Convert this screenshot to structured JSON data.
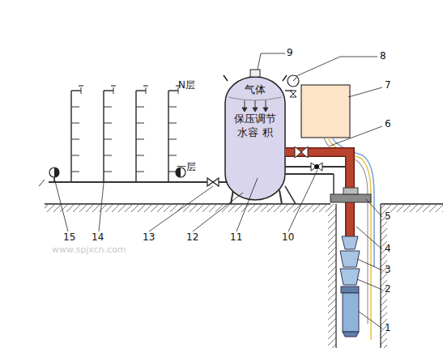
{
  "diagram": {
    "nodes": [
      {
        "text": [
          "气体",
          "保压调节 水容 积"
        ]
      }
    ],
    "labels": [
      "N层",
      "一层",
      "9",
      "8",
      "7",
      "6",
      "5",
      "4",
      "3",
      "2",
      "1",
      "15",
      "14",
      "13",
      "12",
      "11",
      "10",
      "www.spjxcn.com"
    ]
  }
}
